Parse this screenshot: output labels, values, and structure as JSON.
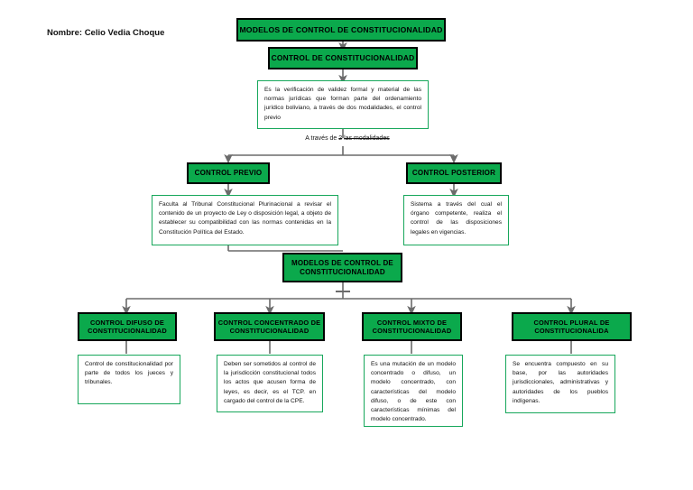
{
  "header": {
    "student_label": "Nombre: Celio Vedia Choque"
  },
  "colors": {
    "node_fill": "#0BA94C",
    "node_border": "#000000",
    "desc_border": "#17A75B",
    "connector": "#6b6b6b",
    "text": "#111111"
  },
  "nodes": {
    "title": "MODELOS DE CONTROL DE CONSTITUCIONALIDAD",
    "root": "CONTROL DE CONSTITUCIONALIDAD",
    "previo": "CONTROL PREVIO",
    "posterior": "CONTROL POSTERIOR",
    "models": "MODELOS DE CONTROL DE CONSTITUCIONALIDAD",
    "difuso": "CONTROL DIFUSO DE CONSTITUCIONALIDAD",
    "concentrado": "CONTROL CONCENTRADO DE CONSTITUCIONALIDAD",
    "mixto": "CONTROL MIXTO DE CONSTITUCIONALIDAD",
    "plural": "CONTROL PLURAL DE CONSTITUCIONALIDA"
  },
  "captions": {
    "modalidades_pre": "A través de",
    "modalidades_struck": "2",
    "modalidades_post": "las modalidades"
  },
  "descriptions": {
    "root": "Es la verificación de validez formal y material de las normas jurídicas que forman parte del ordenamiento jurídico boliviano, a través de dos modalidades, el control previo",
    "previo": "Faculta al Tribunal Constitucional Plurinacional a revisar el contenido de un proyecto de Ley o disposición legal, a objeto de establecer su compatibilidad con las normas contenidas en la Constitución Política del Estado.",
    "posterior": "Sistema a través del cual el órgano competente, realiza el control de las disposiciones legales en vigencias.",
    "difuso": "Control de constitucionalidad por parte de todos los jueces y tribunales.",
    "concentrado": "Deben ser sometidos al control de la jurisdicción constitucional todos los actos que acusen forma de leyes, es decir, es el TCP. en cargado del control de la CPE.",
    "mixto": "Es una mutación de un modelo concentrado o difuso, un modelo concentrado, con características del modelo difuso, o de este con características mínimas del modelo concentrado.",
    "plural": "Se encuentra compuesto en su base, por las autoridades jurisdiccionales, administrativas y autoridades de los pueblos indígenas."
  }
}
